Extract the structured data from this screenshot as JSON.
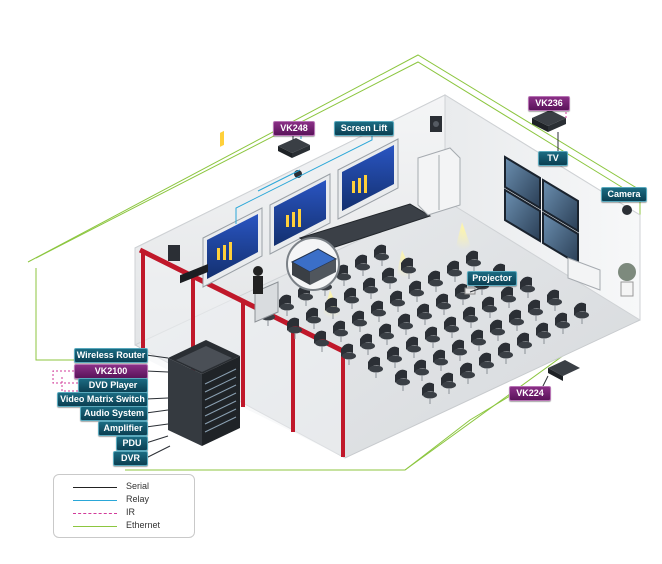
{
  "devices": {
    "vk248": "VK248",
    "screen_lift": "Screen Lift",
    "vk236": "VK236",
    "tv": "TV",
    "camera": "Camera",
    "projector": "Projector",
    "vk224": "VK224"
  },
  "rack_devices": [
    "Wireless Router",
    "VK2100",
    "DVD Player",
    "Video Matrix Switch",
    "Audio System",
    "Amplifier",
    "PDU",
    "DVR"
  ],
  "legend": [
    {
      "label": "Serial",
      "color": "#222222",
      "style": "solid"
    },
    {
      "label": "Relay",
      "color": "#2aa7d8",
      "style": "solid"
    },
    {
      "label": "IR",
      "color": "#d23a9a",
      "style": "dashed"
    },
    {
      "label": "Ethernet",
      "color": "#8cc63f",
      "style": "solid"
    }
  ],
  "colors": {
    "label_teal": "#0b3f52",
    "label_purple": "#5a145a",
    "wall_red": "#c0182a",
    "screen_blue": "#1f3f9a"
  }
}
